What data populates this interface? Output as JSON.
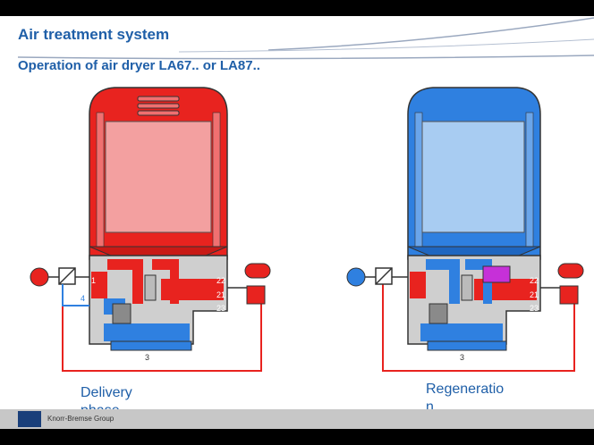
{
  "header": {
    "title": "Air treatment system",
    "subtitle": "Operation of air dryer LA67.. or LA87.."
  },
  "diagrams": [
    {
      "caption": "Delivery phase",
      "dome_color": "#e8231f",
      "cartridge_color": "#f3a0a0",
      "port_labels": [
        "1",
        "4",
        "3",
        "22",
        "21",
        "23"
      ]
    },
    {
      "caption": "Regeneration",
      "dome_color": "#2f80e0",
      "cartridge_color": "#a8ccf2",
      "port_labels": [
        "3",
        "22",
        "21",
        "23"
      ]
    }
  ],
  "colors": {
    "accent": "#1f5fa8",
    "pressure": "#e8231f",
    "exhaust": "#2f80e0",
    "regen_valve": "#c630d8"
  },
  "footer": {
    "company": "Knorr-Bremse Group"
  }
}
